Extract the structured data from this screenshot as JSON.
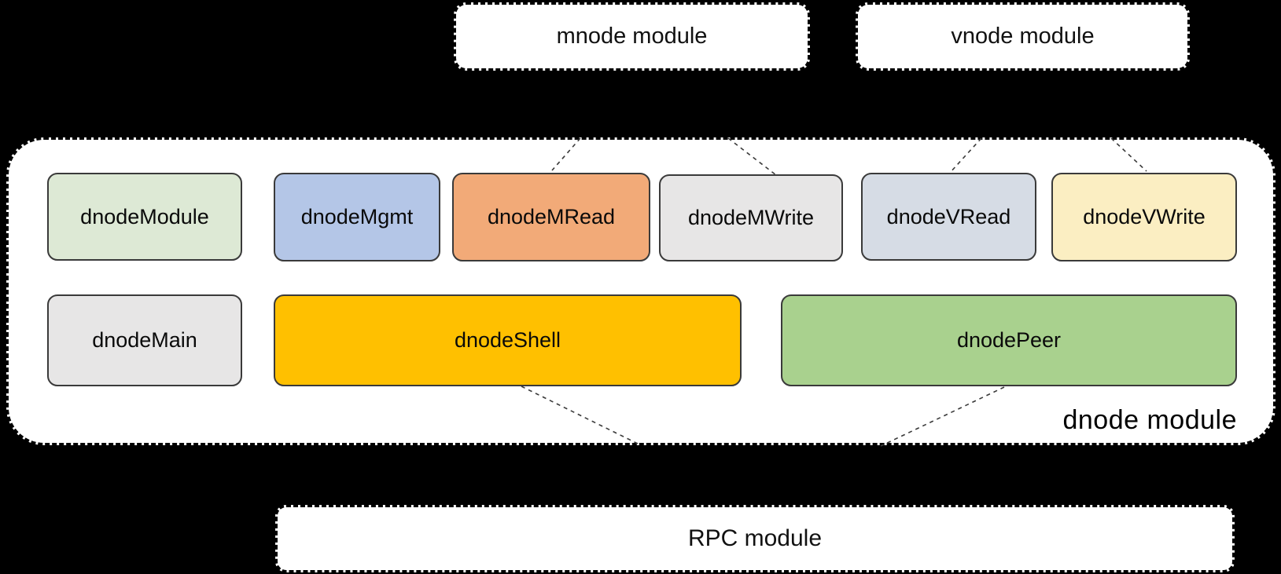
{
  "diagram": {
    "top_modules": [
      {
        "label": "mnode module"
      },
      {
        "label": "vnode module"
      }
    ],
    "dnode_container": {
      "label": "dnode module",
      "row1": [
        {
          "name": "dnodeModule",
          "color": "#dde9d5"
        },
        {
          "name": "dnodeMgmt",
          "color": "#b4c6e7"
        },
        {
          "name": "dnodeMRead",
          "color": "#f2aa78"
        },
        {
          "name": "dnodeMWrite",
          "color": "#e7e6e6"
        },
        {
          "name": "dnodeVRead",
          "color": "#d6dce5"
        },
        {
          "name": "dnodeVWrite",
          "color": "#fbeec2"
        }
      ],
      "row2": [
        {
          "name": "dnodeMain",
          "color": "#e7e6e6"
        },
        {
          "name": "dnodeShell",
          "color": "#ffc000"
        },
        {
          "name": "dnodePeer",
          "color": "#a9d18e"
        }
      ]
    },
    "rpc_module": {
      "label": "RPC module"
    },
    "colors": {
      "background": "#000000",
      "module_fill": "#ffffff",
      "box_border": "#3a3a3a",
      "connector": "#3a3a3a"
    }
  }
}
